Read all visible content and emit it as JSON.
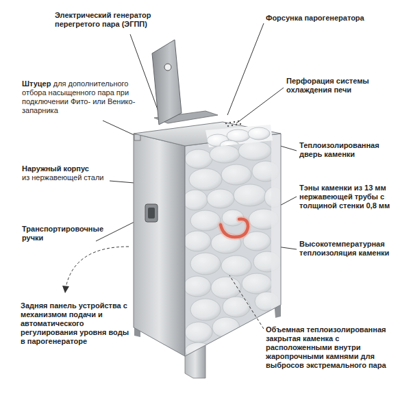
{
  "diagram": {
    "labels": [
      "Электрический генератор перегретого пара (ЭГПП)",
      "Форсунка парогенератора",
      "Штуцер",
      "для дополнительного отбора насыщенного пара при подключении Фито- или Венико- запарника",
      "Перфорация системы охлаждения печи",
      "Теплоизолированная дверь каменки",
      "Наружный корпус",
      "из нержавеющей стали",
      "Тэны каменки из 13 мм нержавеющей трубы с толщиной стенки 0,8 мм",
      "Транспортировочные ручки",
      "Высокотемпературная теплоизоляция каменки",
      "Задняя панель устройства с механизмом подачи и автоматического регулирования уровня воды в парогенераторе",
      "Объемная теплоизолированная закрытая каменка с расположенными внутри жаропрочными камнями для выбросов экстремального пара"
    ]
  }
}
